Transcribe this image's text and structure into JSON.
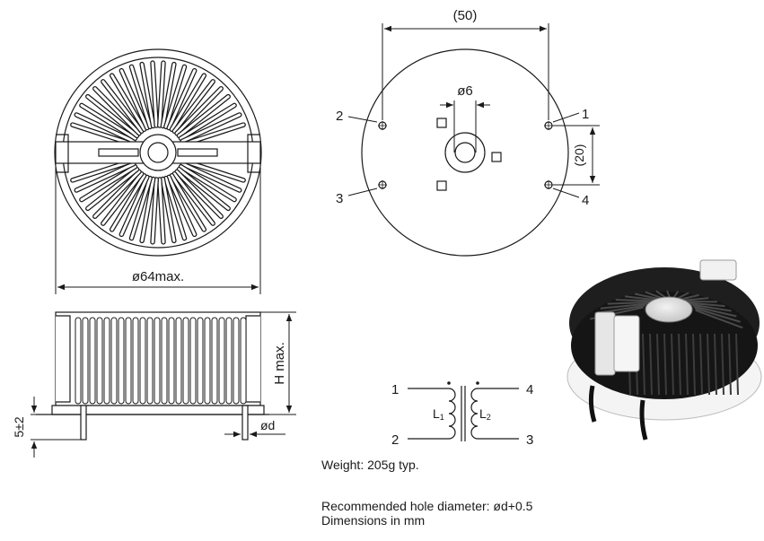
{
  "title": "",
  "dimensions": {
    "width_spacing": "(50)",
    "pin_spacing": "(20)",
    "hole_diameter": "ø6",
    "outer_diameter": "ø64max.",
    "height": "H max.",
    "lead_length": "5±2",
    "lead_diameter": "ød"
  },
  "pins": {
    "p1": "1",
    "p2": "2",
    "p3": "3",
    "p4": "4"
  },
  "schematic": {
    "pin1": "1",
    "pin2": "2",
    "pin3": "3",
    "pin4": "4",
    "l1": "L",
    "l1_sub": "1",
    "l2": "L",
    "l2_sub": "2"
  },
  "notes": {
    "weight": "Weight: 205g typ.",
    "hole": "Recommended hole diameter: ød+0.5",
    "units": "Dimensions in mm"
  },
  "colors": {
    "line": "#1a1a1a",
    "wire": "#111111",
    "core": "#e9e9e9"
  }
}
